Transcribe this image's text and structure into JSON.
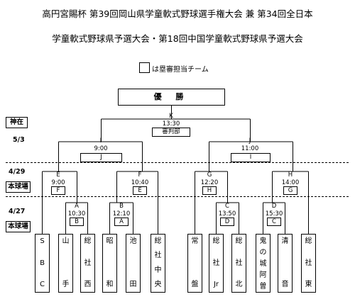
{
  "title": {
    "line1": "高円宮賜杯 第39回岡山県学童軟式野球選手権大会 兼 第34回全日本",
    "line2": "学童軟式野球県予選大会・第18回中国学童軟式野球県予選大会"
  },
  "legend": {
    "text": "は塁審担当チーム"
  },
  "champion": "優 勝",
  "venues": {
    "kanzai": "神在",
    "main1": "本球場",
    "main2": "本球場"
  },
  "dates": {
    "d1": "5/3",
    "d2": "4/29",
    "d3": "4/27"
  },
  "matches": {
    "K": {
      "id": "K",
      "time": "13:30",
      "umpire": "審判部"
    },
    "I": {
      "id": "I",
      "time": "9:00",
      "umpire": "J"
    },
    "J": {
      "id": "J",
      "time": "11:00",
      "umpire": "I"
    },
    "E": {
      "id": "E",
      "time": "9:00",
      "umpire": "F"
    },
    "F": {
      "id": "F",
      "time": "10:40",
      "umpire": "E"
    },
    "G": {
      "id": "G",
      "time": "12:20",
      "umpire": "H"
    },
    "H": {
      "id": "H",
      "time": "14:00",
      "umpire": "G"
    },
    "A": {
      "id": "A",
      "time": "10:30",
      "umpire": "B"
    },
    "B": {
      "id": "B",
      "time": "12:10",
      "umpire": "A"
    },
    "C": {
      "id": "C",
      "time": "13:50",
      "umpire": "D"
    },
    "D": {
      "id": "D",
      "time": "15:30",
      "umpire": "C"
    }
  },
  "teams": [
    [
      "S",
      "B",
      "C"
    ],
    [
      "山",
      "手"
    ],
    [
      "総",
      "社",
      "西"
    ],
    [
      "昭",
      "和"
    ],
    [
      "池",
      "田"
    ],
    [
      "総",
      "社",
      "中",
      "央"
    ],
    [
      "常",
      "盤"
    ],
    [
      "総",
      "社",
      "Jr"
    ],
    [
      "総",
      "社",
      "北"
    ],
    [
      "鬼",
      "の",
      "城",
      "阿",
      "曽"
    ],
    [
      "清",
      "音"
    ],
    [
      "総",
      "社",
      "東"
    ]
  ]
}
